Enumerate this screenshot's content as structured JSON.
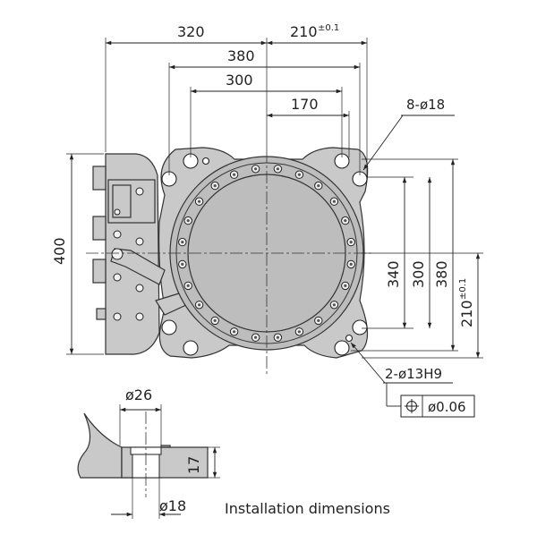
{
  "dimensions": {
    "width_320": "320",
    "width_210": "210",
    "width_210_tol": "±0.1",
    "width_380": "380",
    "width_300": "300",
    "width_170": "170",
    "height_400": "400",
    "height_340": "340",
    "height_300": "300",
    "height_380": "380",
    "height_210": "210",
    "height_210_tol": "±0.1"
  },
  "callouts": {
    "holes_8": "8-ø18",
    "holes_2": "2-ø13H9",
    "position_tolerance": "ø0.06",
    "position_symbol": "position-symbol"
  },
  "detail": {
    "counterbore_dia": "ø26",
    "hole_dia": "ø18",
    "depth": "17",
    "caption": "Installation dimensions"
  },
  "colors": {
    "body": "#c9c9c9",
    "disc": "#bdbdbd",
    "lines": "#222222"
  }
}
